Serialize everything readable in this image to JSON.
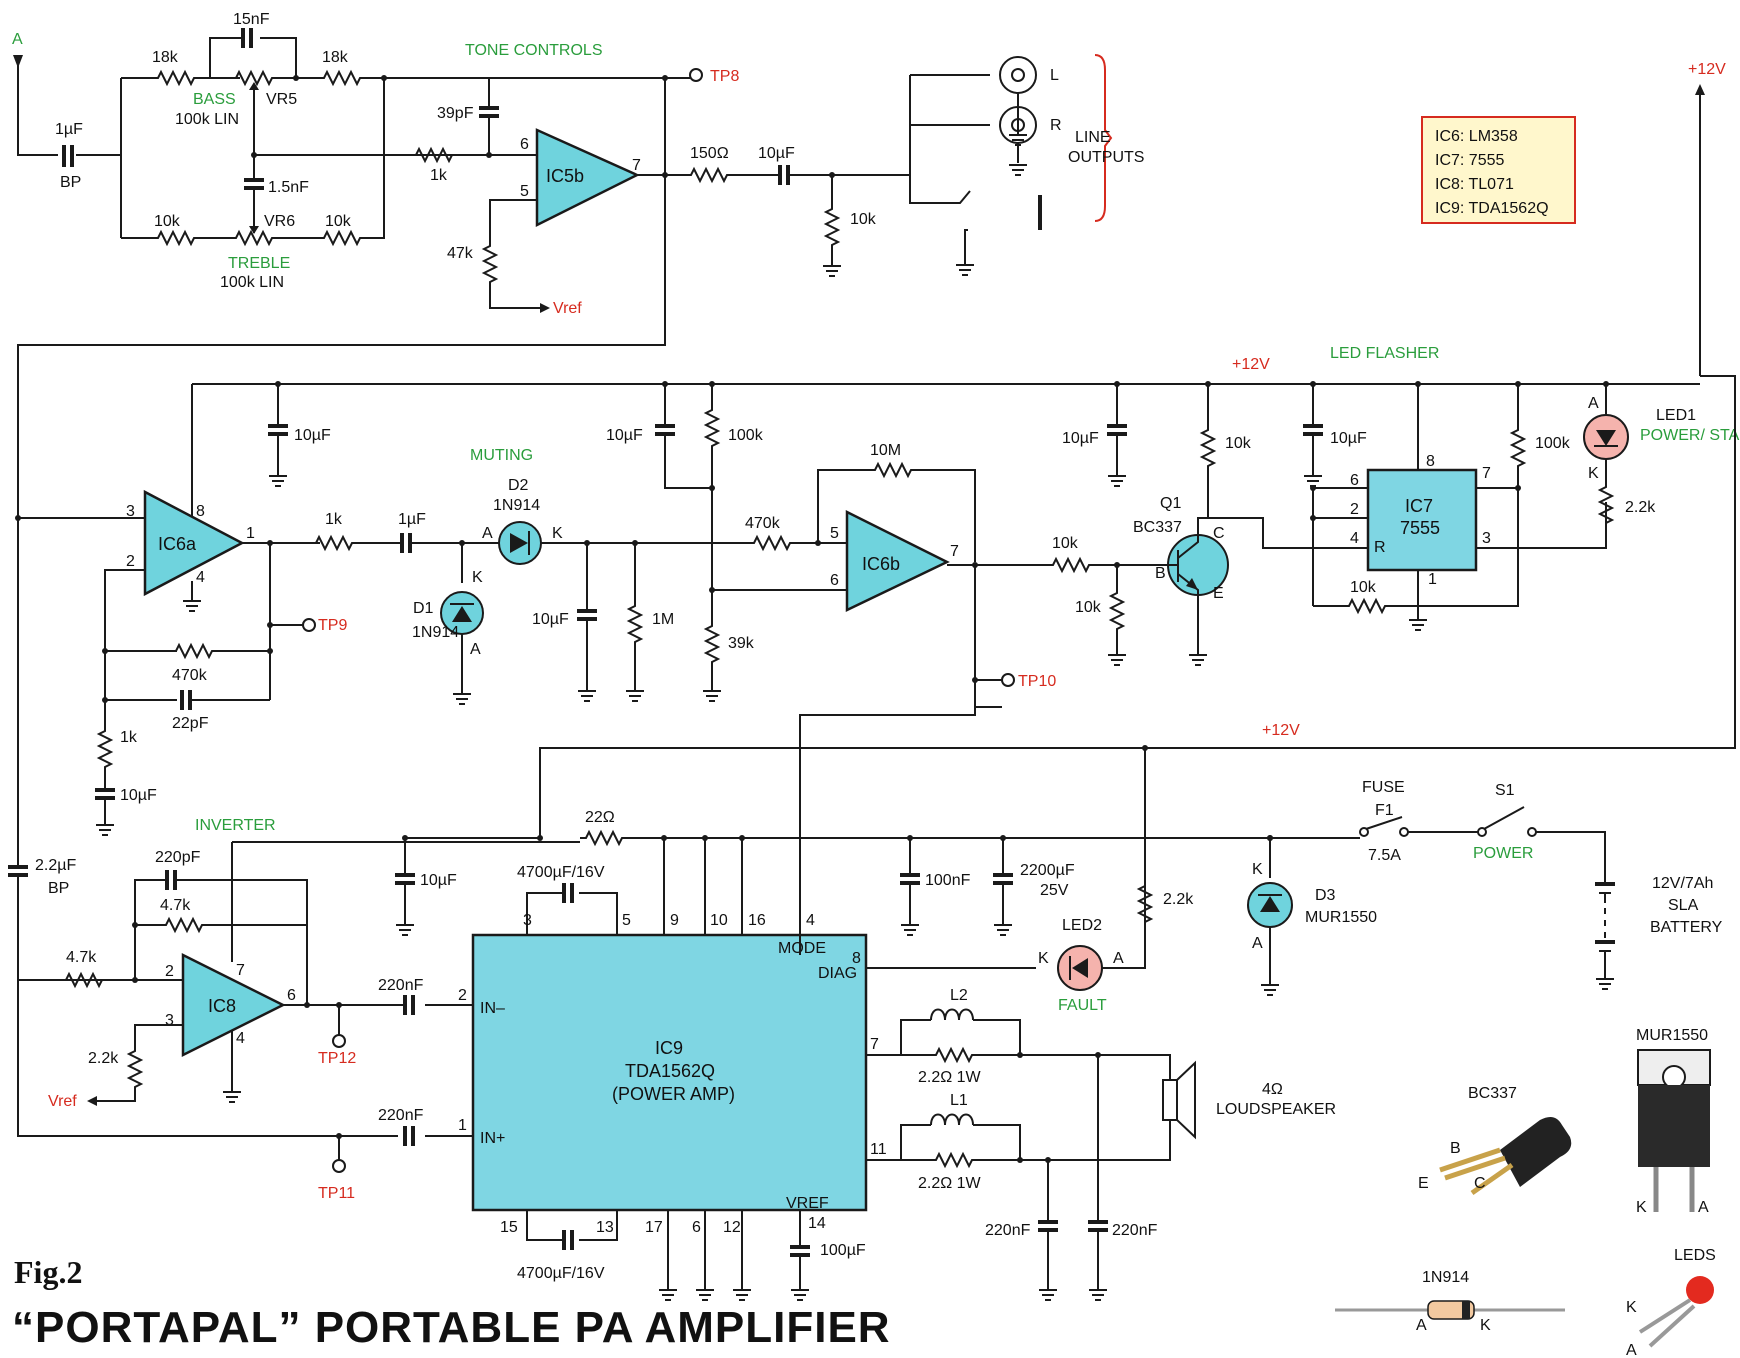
{
  "figure": {
    "label": "Fig.2",
    "title": "“PORTAPAL” PORTABLE PA AMPLIFIER"
  },
  "ic_table": [
    "IC6:  LM358",
    "IC7:  7555",
    "IC8:  TL071",
    "IC9:  TDA1562Q"
  ],
  "sections": {
    "tone_controls": "TONE CONTROLS",
    "muting": "MUTING",
    "led_flasher": "LED FLASHER",
    "inverter": "INVERTER",
    "line_outputs": "LINE OUTPUTS",
    "power": "POWER",
    "fault": "FAULT",
    "bass": "BASS",
    "treble": "TREBLE",
    "power_standby": "POWER/ STANDBY"
  },
  "rails": {
    "plus12_a": "+12V",
    "plus12_b": "+12V",
    "plus12_c": "+12V",
    "input": "A"
  },
  "test_points": {
    "tp8": "TP8",
    "tp9": "TP9",
    "tp10": "TP10",
    "tp11": "TP11",
    "tp12": "TP12"
  },
  "vref": {
    "a": "Vref",
    "b": "Vref"
  },
  "tone": {
    "c_in": "1µF",
    "c_in_bp": "BP",
    "r_bass_l": "18k",
    "c_bass": "15nF",
    "r_bass_r": "18k",
    "vr5": "VR5",
    "vr5_val": "100k LIN",
    "c_treble": "1.5nF",
    "vr6": "VR6",
    "vr6_val": "100k LIN",
    "r_treble_l": "10k",
    "r_treble_r": "10k",
    "c_fb": "39pF",
    "r_in": "1k",
    "r_bias": "47k",
    "pin6": "6",
    "pin5": "5",
    "pin7": "7",
    "ic5b": "IC5b"
  },
  "line_out": {
    "r_out": "150Ω",
    "c_out": "10µF",
    "r_load": "10k",
    "jack_l": "L",
    "jack_r": "R"
  },
  "muting": {
    "c_sup": "10µF",
    "ic6a": "IC6a",
    "p3": "3",
    "p2": "2",
    "p8": "8",
    "p4": "4",
    "p1": "1",
    "r_fb": "470k",
    "c_fb": "22pF",
    "r_gnd": "1k",
    "c_gnd": "10µF",
    "r_ser": "1k",
    "c_ser": "1µF",
    "d2": "D2",
    "d2_type": "1N914",
    "d2_a": "A",
    "d2_k": "K",
    "d1": "D1",
    "d1_type": "1N914",
    "d1_k": "K",
    "d1_a": "A",
    "c_hold": "10µF",
    "r_hold": "1M",
    "c_div": "10µF",
    "r_div_top": "100k",
    "r_div_bot": "39k",
    "r_hys": "470k",
    "r_10m": "10M",
    "ic6b": "IC6b",
    "p5": "5",
    "p6": "6",
    "p7": "7"
  },
  "flasher": {
    "c_sup": "10µF",
    "r_base": "10k",
    "r_pd": "10k",
    "r_col": "10k",
    "q1": "Q1",
    "q1_type": "BC337",
    "q_b": "B",
    "q_c": "C",
    "q_e": "E",
    "c_ic7": "10µF",
    "ic7": "IC7",
    "ic7_type": "7555",
    "p8": "8",
    "p6": "6",
    "p2": "2",
    "p4": "4",
    "p_r": "R",
    "p7": "7",
    "p3": "3",
    "p1": "1",
    "r_t": "10k",
    "r_100k": "100k",
    "led1": "LED1",
    "led_a": "A",
    "led_k": "K",
    "r_led": "2.2k"
  },
  "inverter": {
    "c_bp": "2.2µF",
    "c_bp_bp": "BP",
    "c_220p": "220pF",
    "r_47k_fb": "4.7k",
    "r_47k_in": "4.7k",
    "r_22k": "2.2k",
    "ic8": "IC8",
    "p2": "2",
    "p3": "3",
    "p7": "7",
    "p6": "6",
    "p4": "4"
  },
  "power_amp": {
    "r_22": "22Ω",
    "c_10u": "10µF",
    "c_4700_top": "4700µF/16V",
    "c_4700_bot": "4700µF/16V",
    "ic9": "IC9",
    "ic9_type": "TDA1562Q",
    "ic9_desc": "(POWER AMP)",
    "in_minus": "IN–",
    "in_plus": "IN+",
    "mode": "MODE",
    "diag": "DIAG",
    "vref": "VREF",
    "p3": "3",
    "p5": "5",
    "p9": "9",
    "p10": "10",
    "p16": "16",
    "p4": "4",
    "p8": "8",
    "p2": "2",
    "p1": "1",
    "p7": "7",
    "p11": "11",
    "p15": "15",
    "p13": "13",
    "p17": "17",
    "p6": "6",
    "p12": "12",
    "p14": "14",
    "c_in1": "220nF",
    "c_in2": "220nF",
    "c_100u": "100µF",
    "c_100n": "100nF",
    "c_2200": "2200µF",
    "c_2200_v": "25V",
    "led2": "LED2",
    "led2_k": "K",
    "led2_a": "A",
    "r_led2": "2.2k",
    "l2": "L2",
    "l1": "L1",
    "r_l2": "2.2Ω 1W",
    "r_l1": "2.2Ω 1W",
    "c_z1": "220nF",
    "c_z2": "220nF",
    "speaker_ohm": "4Ω",
    "speaker": "LOUDSPEAKER"
  },
  "supply": {
    "fuse": "FUSE",
    "f1": "F1",
    "fuse_val": "7.5A",
    "s1": "S1",
    "d3": "D3",
    "d3_type": "MUR1550",
    "d3_k": "K",
    "d3_a": "A",
    "battery_1": "12V/7Ah",
    "battery_2": "SLA",
    "battery_3": "BATTERY"
  },
  "pinouts": {
    "bc337": "BC337",
    "bc_b": "B",
    "bc_e": "E",
    "bc_c": "C",
    "mur1550": "MUR1550",
    "mur_k": "K",
    "mur_a": "A",
    "n914": "1N914",
    "n914_a": "A",
    "n914_k": "K",
    "leds": "LEDS",
    "led_k": "K",
    "led_a": "A"
  }
}
